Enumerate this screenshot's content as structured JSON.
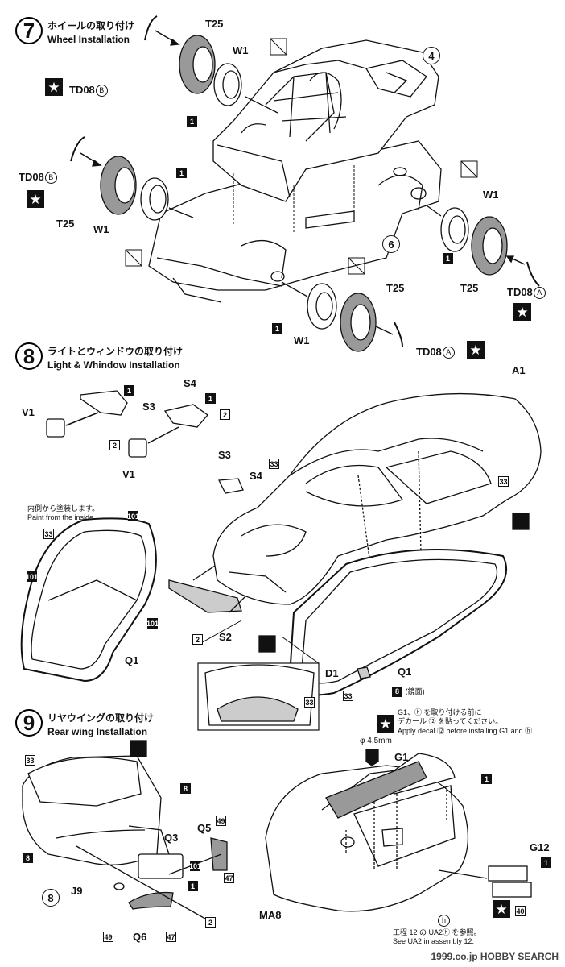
{
  "step7": {
    "number": "7",
    "title_ja": "ホイールの取り付け",
    "title_en": "Wheel Installation"
  },
  "step8": {
    "number": "8",
    "title_ja": "ライトとウィンドウの取り付け",
    "title_en": "Light & Whindow Installation"
  },
  "step9": {
    "number": "9",
    "title_ja": "リヤウイングの取り付け",
    "title_en": "Rear wing Installation"
  },
  "labels": {
    "t25": "T25",
    "w1": "W1",
    "td08": "TD08",
    "b": "B",
    "a": "A",
    "v1": "V1",
    "s3": "S3",
    "s4": "S4",
    "s2": "S2",
    "a1": "A1",
    "q1": "Q1",
    "d1": "D1",
    "g1": "G1",
    "g12": "G12",
    "q3": "Q3",
    "q5": "Q5",
    "q6": "Q6",
    "j9": "J9",
    "ma8": "MA8",
    "h": "h",
    "phi": "φ 4.5mm",
    "mirror": "(鏡面)"
  },
  "parts": {
    "p1": "1",
    "p2": "2",
    "p4": "4",
    "p6": "6",
    "p8": "8",
    "p33": "33",
    "p40": "40",
    "p47": "47",
    "p49": "49",
    "p101": "101"
  },
  "notes": {
    "paint_inside_ja": "内側から塗装します。",
    "paint_inside_en": "Paint from the inside.",
    "decal_ja1": "G1、ⓗ を取り付ける前に",
    "decal_ja2": "デカール ⑫ を貼ってください。",
    "decal_en": "Apply decal ⑫ before installing G1 and ⓗ.",
    "ua2_ja": "工程 12 の UA2ⓗ を参照。",
    "ua2_en": "See UA2 in assembly 12."
  },
  "star_glyph": "★",
  "watermark": "1999.co.jp HOBBY SEARCH"
}
